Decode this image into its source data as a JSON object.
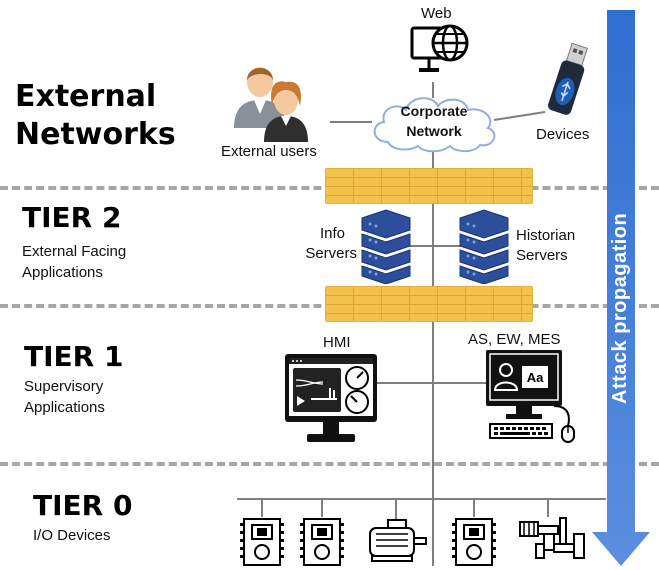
{
  "tiers": {
    "external": {
      "title_line1": "External",
      "title_line2": "Networks"
    },
    "tier2": {
      "title": "TIER 2",
      "subtitle_line1": "External Facing",
      "subtitle_line2": "Applications"
    },
    "tier1": {
      "title": "TIER 1",
      "subtitle_line1": "Supervisory",
      "subtitle_line2": "Applications"
    },
    "tier0": {
      "title": "TIER 0",
      "subtitle": "I/O Devices"
    }
  },
  "external": {
    "web_label": "Web",
    "cloud_line1": "Corporate",
    "cloud_line2": "Network",
    "users_label": "External users",
    "devices_label": "Devices"
  },
  "tier2_nodes": {
    "info_line1": "Info",
    "info_line2": "Servers",
    "historian_line1": "Historian",
    "historian_line2": "Servers"
  },
  "tier1_nodes": {
    "hmi_label": "HMI",
    "workstation_label": "AS, EW, MES",
    "workstation_screen_text": "Aa"
  },
  "arrow": {
    "label": "Attack propagation"
  },
  "colors": {
    "arrow_top": "#2f6fd1",
    "arrow_bottom": "#5b8ee0",
    "server_blue": "#2b4f9a",
    "firewall": "#f2c24a",
    "dash_gray": "#a6a6a6",
    "network_line": "#7f7f7f"
  },
  "icons": [
    "web-globe-icon",
    "usb-device-icon",
    "users-icon",
    "server-stack-icon",
    "firewall-icon",
    "hmi-monitor-icon",
    "workstation-icon",
    "io-device-icon",
    "motor-icon",
    "valve-icon"
  ]
}
